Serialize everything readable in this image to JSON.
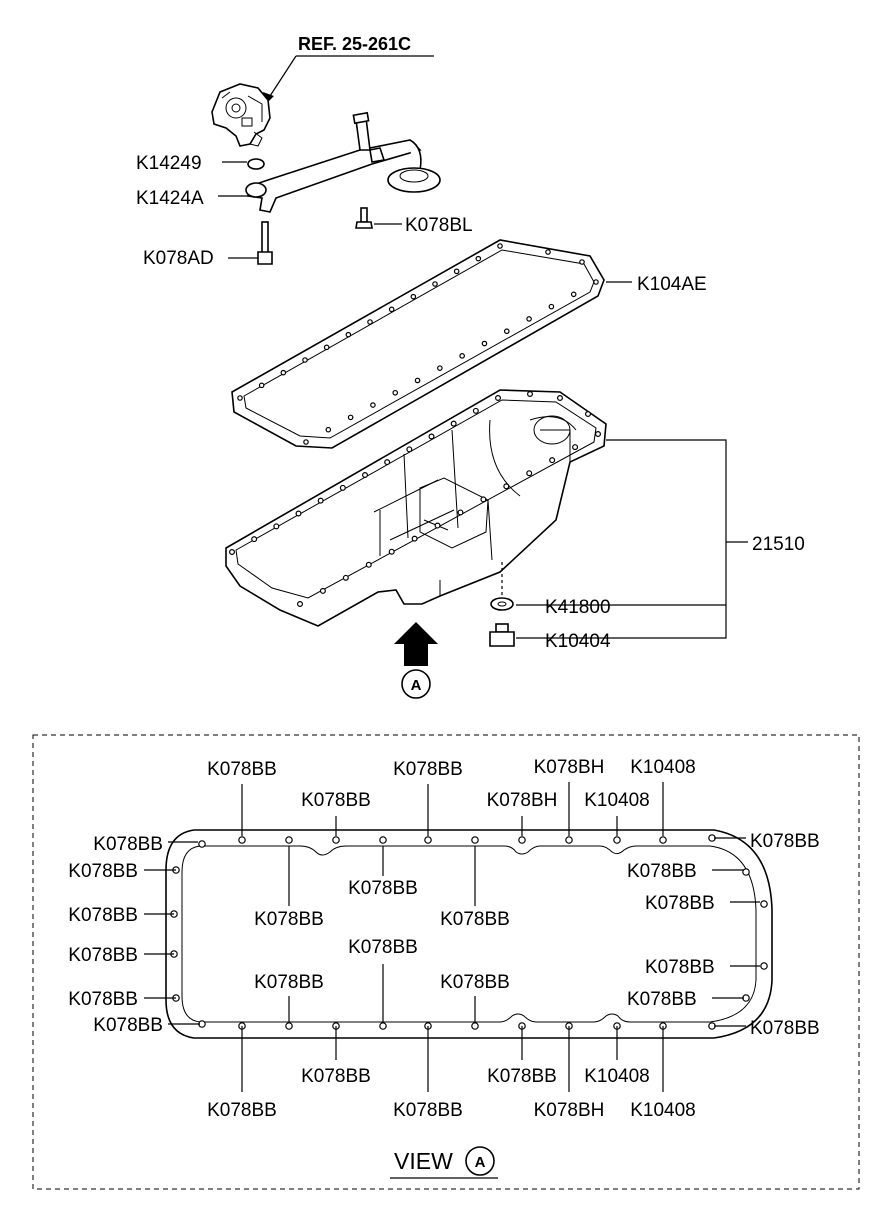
{
  "reference": "REF. 25-261C",
  "view_title": "VIEW",
  "view_marker": "A",
  "arrow_marker": "A",
  "parts": {
    "oil_pump_oring": "K14249",
    "oil_strainer": "K1424A",
    "strainer_bolt_upper": "K078BL",
    "strainer_bolt_lower": "K078AD",
    "gasket": "K104AE",
    "oil_pan": "21510",
    "drain_washer": "K41800",
    "drain_plug": "K10404"
  },
  "view_labels": {
    "top_row_1": [
      "K078BB",
      "K078BB",
      "K078BH",
      "K10408"
    ],
    "top_row_2": [
      "K078BB",
      "K078BH",
      "K10408"
    ],
    "left_column": [
      "K078BB",
      "K078BB",
      "K078BB",
      "K078BB",
      "K078BB",
      "K078BB"
    ],
    "right_column": [
      "K078BB",
      "K078BB",
      "K078BB",
      "K078BB",
      "K078BB",
      "K078BB"
    ],
    "inner_upper": [
      "K078BB",
      "K078BB",
      "K078BB"
    ],
    "inner_middle": "K078BB",
    "inner_lower": [
      "K078BB",
      "K078BB"
    ],
    "bottom_row_1": [
      "K078BB",
      "K078BB",
      "K10408"
    ],
    "bottom_row_2": [
      "K078BB",
      "K078BB",
      "K078BH",
      "K10408"
    ]
  }
}
